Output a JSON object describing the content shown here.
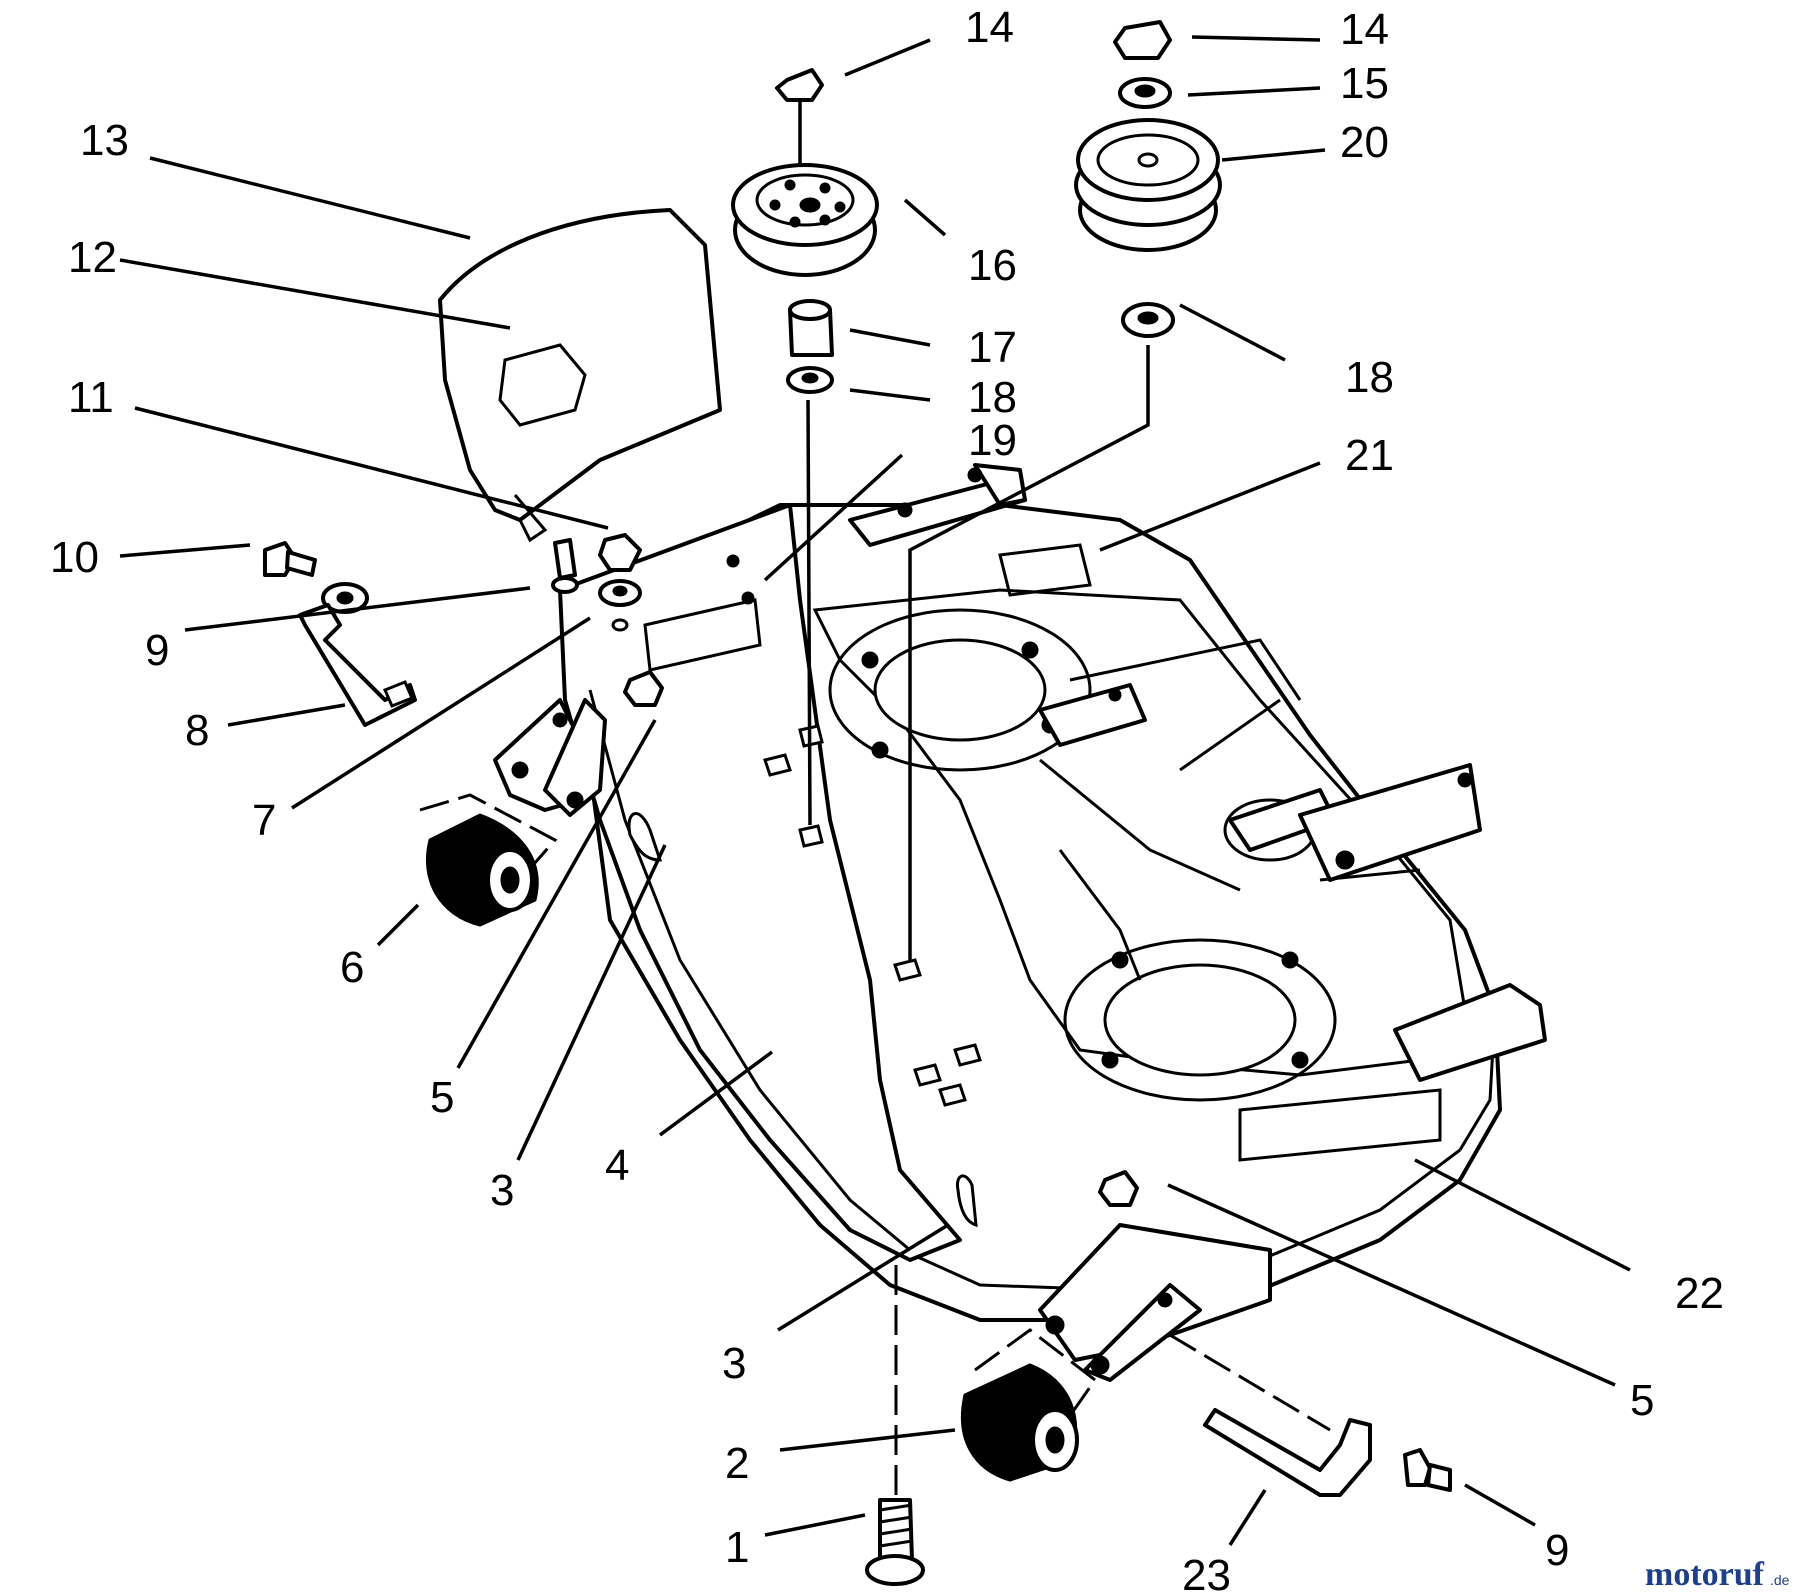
{
  "callouts": [
    {
      "id": "c14a",
      "text": "14"
    },
    {
      "id": "c14b",
      "text": "14"
    },
    {
      "id": "c15",
      "text": "15"
    },
    {
      "id": "c20",
      "text": "20"
    },
    {
      "id": "c13",
      "text": "13"
    },
    {
      "id": "c16",
      "text": "16"
    },
    {
      "id": "c12",
      "text": "12"
    },
    {
      "id": "c17",
      "text": "17"
    },
    {
      "id": "c18a",
      "text": "18"
    },
    {
      "id": "c18b",
      "text": "18"
    },
    {
      "id": "c11",
      "text": "11"
    },
    {
      "id": "c19",
      "text": "19"
    },
    {
      "id": "c21",
      "text": "21"
    },
    {
      "id": "c10",
      "text": "10"
    },
    {
      "id": "c9a",
      "text": "9"
    },
    {
      "id": "c8",
      "text": "8"
    },
    {
      "id": "c7",
      "text": "7"
    },
    {
      "id": "c6",
      "text": "6"
    },
    {
      "id": "c5a",
      "text": "5"
    },
    {
      "id": "c3a",
      "text": "3"
    },
    {
      "id": "c4",
      "text": "4"
    },
    {
      "id": "c3b",
      "text": "3"
    },
    {
      "id": "c22",
      "text": "22"
    },
    {
      "id": "c5b",
      "text": "5"
    },
    {
      "id": "c2",
      "text": "2"
    },
    {
      "id": "c1",
      "text": "1"
    },
    {
      "id": "c23",
      "text": "23"
    },
    {
      "id": "c9b",
      "text": "9"
    }
  ],
  "watermark": {
    "brand": "motoruf",
    "suffix": ".de"
  }
}
